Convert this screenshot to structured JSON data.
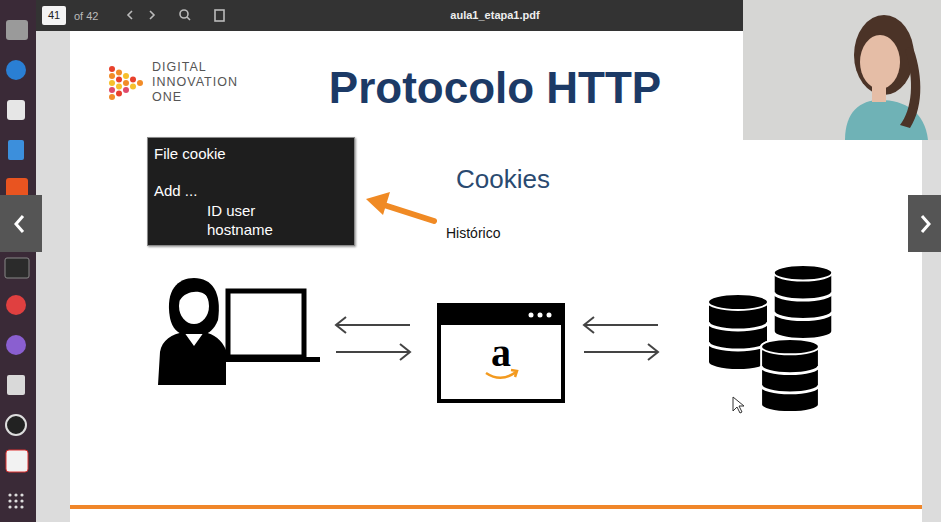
{
  "diagram": {
    "title": "Protocolo HTTP",
    "nodes": [
      {
        "text": [
          "File cookie",
          "Add ...",
          "ID user",
          "hostname"
        ]
      }
    ],
    "labels": [
      "41",
      "of 42",
      "aula1_etapa1.pdf",
      "DIGITAL INNOVATION ONE",
      "Cookies",
      "Histórico",
      "a"
    ]
  }
}
